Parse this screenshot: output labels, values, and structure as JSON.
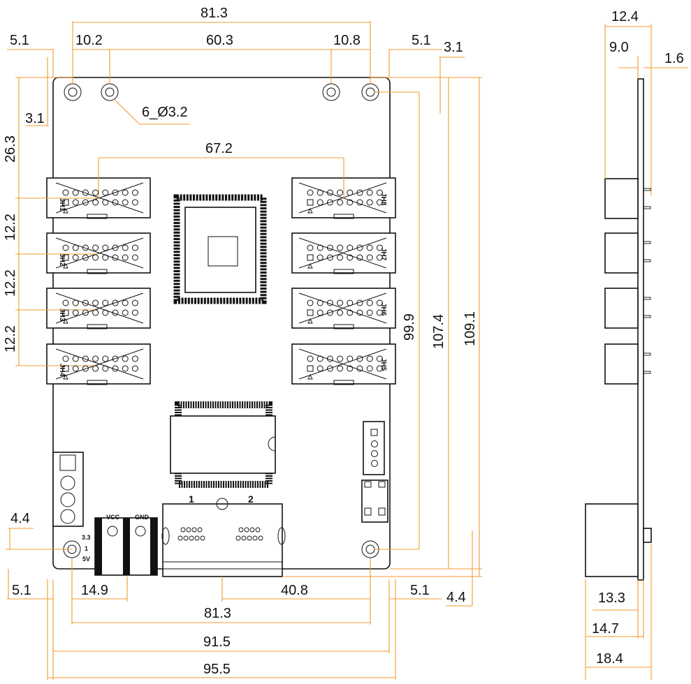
{
  "colors": {
    "dimension_line": "#f39a2c",
    "outline": "#111111",
    "background": "#ffffff"
  },
  "dimensions": {
    "top_81_3": "81.3",
    "top_10_2": "10.2",
    "top_60_3": "60.3",
    "top_10_8": "10.8",
    "left_5_1": "5.1",
    "right_5_1": "5.1",
    "right_3_1": "3.1",
    "left_3_1": "3.1",
    "hole_callout": "6_Ø3.2",
    "span_67_2": "67.2",
    "left_26_3": "26.3",
    "pitch_1": "12.2",
    "pitch_2": "12.2",
    "pitch_3": "12.2",
    "height_99_9": "99.9",
    "height_107_4": "107.4",
    "height_109_1": "109.1",
    "left_4_4": "4.4",
    "bottom_5_1_left": "5.1",
    "bottom_14_9": "14.9",
    "bottom_40_8": "40.8",
    "bottom_5_1_right": "5.1",
    "bottom_4_4": "4.4",
    "bottom_81_3": "81.3",
    "bottom_91_5": "91.5",
    "bottom_95_5": "95.5",
    "side_12_4": "12.4",
    "side_9_0": "9.0",
    "side_1_6": "1.6",
    "side_13_3": "13.3",
    "side_14_7": "14.7",
    "side_18_4": "18.4"
  },
  "connectors": {
    "left": [
      "JH1",
      "JH2",
      "JH3",
      "JH4"
    ],
    "right": [
      "JH8",
      "JH7",
      "JH6",
      "JH5"
    ]
  },
  "labels": {
    "vcc": "VCC",
    "gnd": "GND",
    "v33": "3.3",
    "v_sep": "1",
    "v5": "5V",
    "port1": "1",
    "port2": "2"
  }
}
